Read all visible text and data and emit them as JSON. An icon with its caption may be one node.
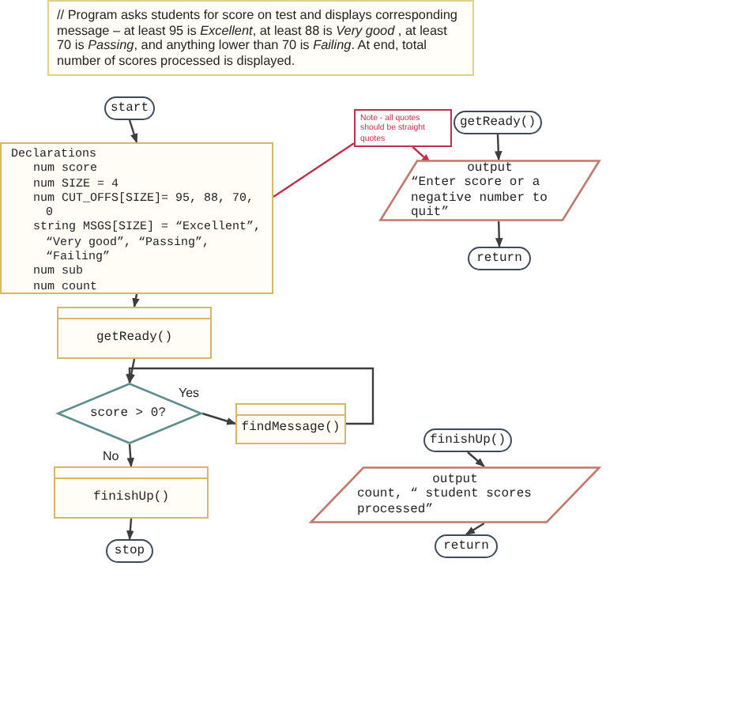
{
  "diagram": {
    "nodes": [
      {
        "text": [
          "// Program asks students for score on test and displays corresponding message – at least 95 is *Excellent*, at least 88 is *Very good* , at least 70 is *Passing*, and anything lower than 70 is *Failing*. At end, total number of scores processed is displayed."
        ]
      },
      {
        "text": [
          "start"
        ]
      },
      {
        "text": [
          "Declarations",
          "num score",
          "num SIZE = 4",
          "num CUT_OFFS[SIZE]= 95, 88, 70, 0",
          "string MSGS[SIZE] = “Excellent”, “Very good”, “Passing”, “Failing”",
          "num sub",
          "num count"
        ]
      },
      {
        "text": [
          "getReady()"
        ]
      },
      {
        "text": [
          "score > 0?"
        ]
      },
      {
        "text": [
          "findMessage()"
        ]
      },
      {
        "text": [
          "finishUp()"
        ]
      },
      {
        "text": [
          "stop"
        ]
      },
      {
        "text": [
          "Note - all quotes should be straight quotes"
        ]
      },
      {
        "text": [
          "getReady()"
        ]
      },
      {
        "text": [
          "output",
          "“Enter score or a negative number to quit”"
        ]
      },
      {
        "text": [
          "return"
        ]
      },
      {
        "text": [
          "finishUp()"
        ]
      },
      {
        "text": [
          "output",
          "count, “ student scores processed”"
        ]
      },
      {
        "text": [
          "return"
        ]
      }
    ],
    "edges": [
      {
        "from": 1,
        "to": 2,
        "arrow": "to"
      },
      {
        "from": 2,
        "to": 3,
        "arrow": "to"
      },
      {
        "from": 3,
        "to": 4,
        "arrow": "to"
      },
      {
        "from": 4,
        "to": 5,
        "arrow": "to",
        "label": "Yes"
      },
      {
        "from": 5,
        "to": 4,
        "arrow": "to"
      },
      {
        "from": 4,
        "to": 6,
        "arrow": "to",
        "label": "No"
      },
      {
        "from": 6,
        "to": 7,
        "arrow": "to"
      },
      {
        "from": 8,
        "to": 2,
        "arrow": "none",
        "color": "#c0304a"
      },
      {
        "from": 8,
        "to": 10,
        "arrow": "to",
        "color": "#c0304a"
      },
      {
        "from": 9,
        "to": 10,
        "arrow": "to"
      },
      {
        "from": 10,
        "to": 11,
        "arrow": "to"
      },
      {
        "from": 12,
        "to": 13,
        "arrow": "to"
      },
      {
        "from": 13,
        "to": 14,
        "arrow": "to"
      }
    ]
  }
}
